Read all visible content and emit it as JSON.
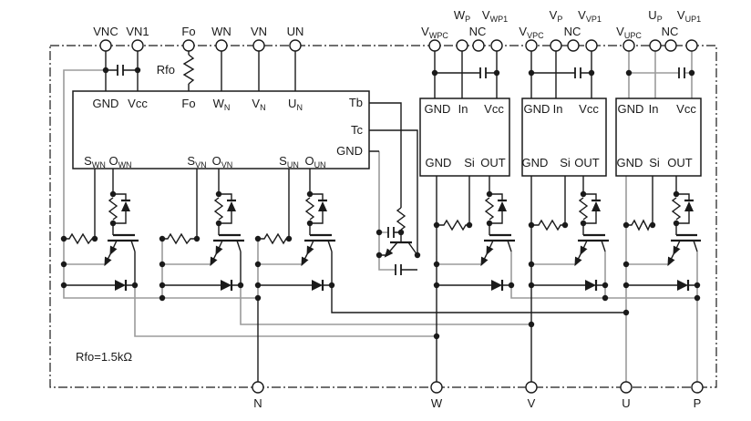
{
  "colors": {
    "wire": "#1a1a1a",
    "highlight_gray": "#9b9b9b",
    "background": "#ffffff"
  },
  "top_left_terminals": [
    {
      "m": "VNC",
      "s": ""
    },
    {
      "m": "VN1",
      "s": ""
    },
    {
      "m": "Fo",
      "s": ""
    },
    {
      "m": "WN",
      "s": ""
    },
    {
      "m": "VN",
      "s": ""
    },
    {
      "m": "UN",
      "s": ""
    }
  ],
  "rfo": {
    "label": "Rfo",
    "note": "Rfo=1.5kΩ"
  },
  "main_ic": {
    "top_pins": [
      {
        "m": "GND",
        "s": ""
      },
      {
        "m": "Vcc",
        "s": ""
      },
      {
        "m": "Fo",
        "s": ""
      },
      {
        "m": "W",
        "s": "N"
      },
      {
        "m": "V",
        "s": "N"
      },
      {
        "m": "U",
        "s": "N"
      }
    ],
    "bottom_pins": [
      {
        "m": "S",
        "s": "WN"
      },
      {
        "m": "O",
        "s": "WN"
      },
      {
        "m": "S",
        "s": "VN"
      },
      {
        "m": "O",
        "s": "VN"
      },
      {
        "m": "S",
        "s": "UN"
      },
      {
        "m": "O",
        "s": "UN"
      }
    ],
    "right_pins": [
      {
        "m": "Tb",
        "s": ""
      },
      {
        "m": "Tc",
        "s": ""
      },
      {
        "m": "GND",
        "s": ""
      }
    ]
  },
  "phase_groups": [
    {
      "row1": [
        {
          "m": "W",
          "s": "P"
        },
        {
          "m": "V",
          "s": "WP1"
        }
      ],
      "row2": [
        {
          "m": "V",
          "s": "WPC"
        },
        {
          "m": "NC",
          "s": ""
        }
      ]
    },
    {
      "row1": [
        {
          "m": "V",
          "s": "P"
        },
        {
          "m": "V",
          "s": "VP1"
        }
      ],
      "row2": [
        {
          "m": "V",
          "s": "VPC"
        },
        {
          "m": "NC",
          "s": ""
        }
      ]
    },
    {
      "row1": [
        {
          "m": "U",
          "s": "P"
        },
        {
          "m": "V",
          "s": "UP1"
        }
      ],
      "row2": [
        {
          "m": "V",
          "s": "UPC"
        },
        {
          "m": "NC",
          "s": ""
        }
      ]
    }
  ],
  "driver_ic": {
    "top_pins": [
      "GND",
      "In",
      "Vcc"
    ],
    "bottom_pins": [
      "GND",
      "Si",
      "OUT"
    ]
  },
  "bottom_terminals": [
    "N",
    "W",
    "V",
    "U",
    "P"
  ]
}
